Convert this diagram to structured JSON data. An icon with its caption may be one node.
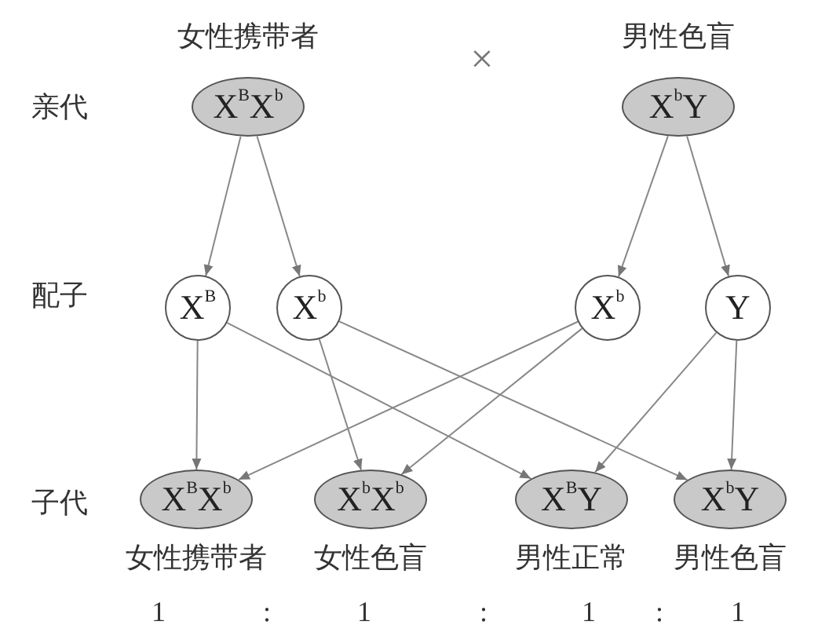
{
  "diagram": {
    "nodes": [
      {
        "text": [
          "X$^{B}$X$^{b}$"
        ],
        "beside": [
          "女性携带者"
        ]
      },
      {
        "text": [
          "X$^{b}$Y"
        ],
        "beside": [
          "男性色盲"
        ]
      },
      {
        "text": [
          "X$^{B}$"
        ]
      },
      {
        "text": [
          "X$^{b}$"
        ]
      },
      {
        "text": [
          "X$^{b}$"
        ]
      },
      {
        "text": [
          "Y"
        ]
      },
      {
        "text": [
          "X$^{B}$X$^{b}$"
        ],
        "beside": [
          "女性携带者"
        ]
      },
      {
        "text": [
          "X$^{b}$X$^{b}$"
        ],
        "beside": [
          "女性色盲"
        ]
      },
      {
        "text": [
          "X$^{B}$Y"
        ],
        "beside": [
          "男性正常"
        ]
      },
      {
        "text": [
          "X$^{b}$Y"
        ],
        "beside": [
          "男性色盲"
        ]
      }
    ],
    "edges": [
      {
        "from": 0,
        "to": 2,
        "arrow": "to"
      },
      {
        "from": 0,
        "to": 3,
        "arrow": "to"
      },
      {
        "from": 1,
        "to": 4,
        "arrow": "to"
      },
      {
        "from": 1,
        "to": 5,
        "arrow": "to"
      },
      {
        "from": 2,
        "to": 6,
        "arrow": "to"
      },
      {
        "from": 2,
        "to": 8,
        "arrow": "to"
      },
      {
        "from": 3,
        "to": 7,
        "arrow": "to"
      },
      {
        "from": 3,
        "to": 9,
        "arrow": "to"
      },
      {
        "from": 4,
        "to": 6,
        "arrow": "to"
      },
      {
        "from": 4,
        "to": 7,
        "arrow": "to"
      },
      {
        "from": 5,
        "to": 8,
        "arrow": "to"
      },
      {
        "from": 5,
        "to": 9,
        "arrow": "to"
      }
    ],
    "labels": [
      "亲代",
      "×",
      "配子",
      "子代",
      "1",
      ":",
      "1",
      ":",
      "1",
      ":",
      "1"
    ]
  }
}
